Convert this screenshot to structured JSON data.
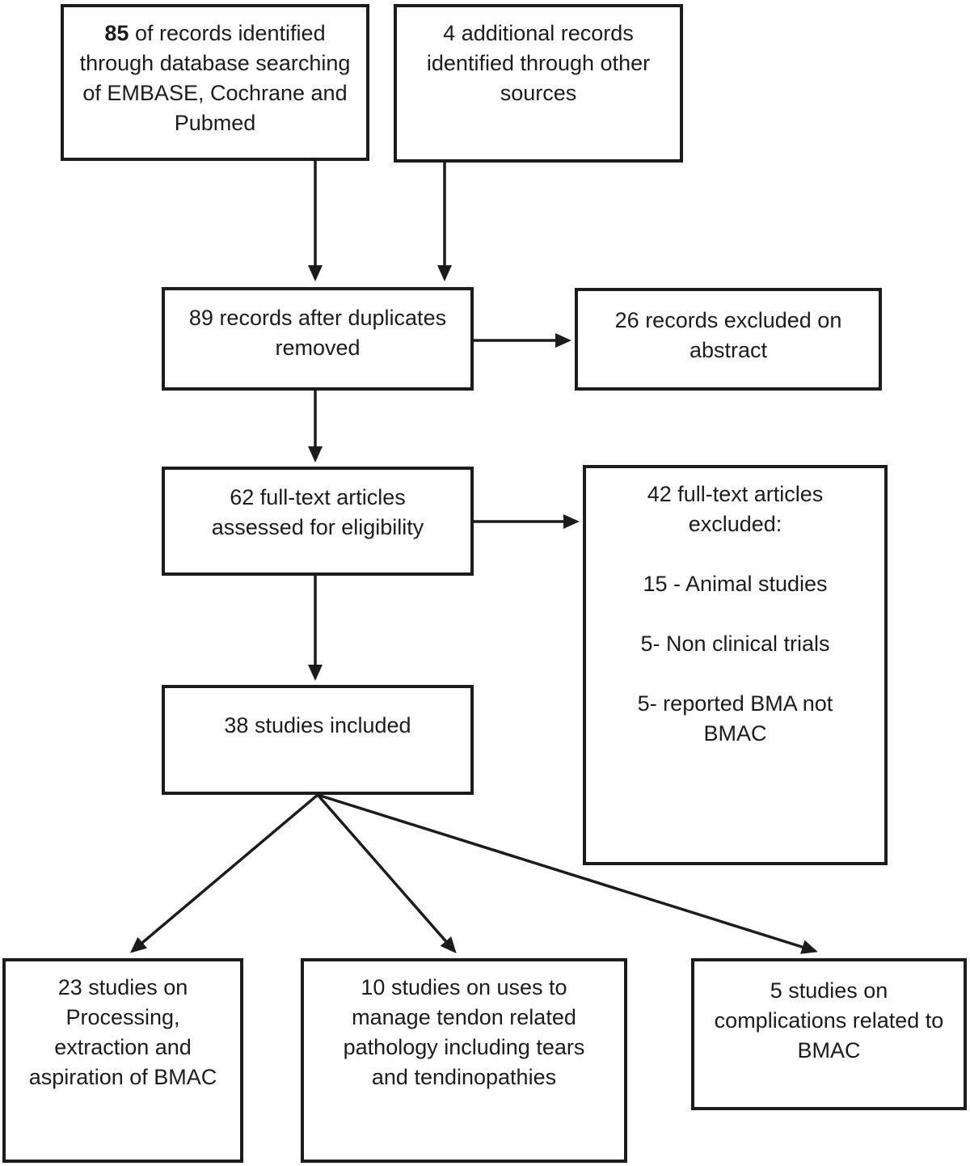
{
  "boxes": {
    "identified": {
      "number": "85",
      "rest": " of records identified\nthrough database searching\nof EMBASE, Cochrane and\nPubmed"
    },
    "additional": {
      "text": "4 additional records\nidentified through other\nsources"
    },
    "duplicates": {
      "text": "89 records after duplicates\nremoved"
    },
    "excluded_abstract": {
      "text": "26 records excluded on\nabstract"
    },
    "fulltext_assessed": {
      "text": "62 full-text articles\nassessed for eligibility"
    },
    "excluded_fulltext": {
      "title": "42 full-text articles\nexcluded:",
      "items": [
        "15 -  Animal studies",
        "5- Non clinical trials",
        "5- reported BMA not\nBMAC"
      ]
    },
    "included": {
      "text": "38 studies included"
    },
    "processing": {
      "text": "23 studies on\nProcessing,\nextraction and\naspiration of BMAC"
    },
    "tendon": {
      "text": "10 studies on uses to\nmanage tendon related\npathology including tears\nand tendinopathies"
    },
    "complications": {
      "text": "5 studies on\ncomplications related to\nBMAC"
    }
  },
  "colors": {
    "line": "#1c1c1c",
    "background": "#ffffff",
    "text": "#1c1c1c"
  }
}
